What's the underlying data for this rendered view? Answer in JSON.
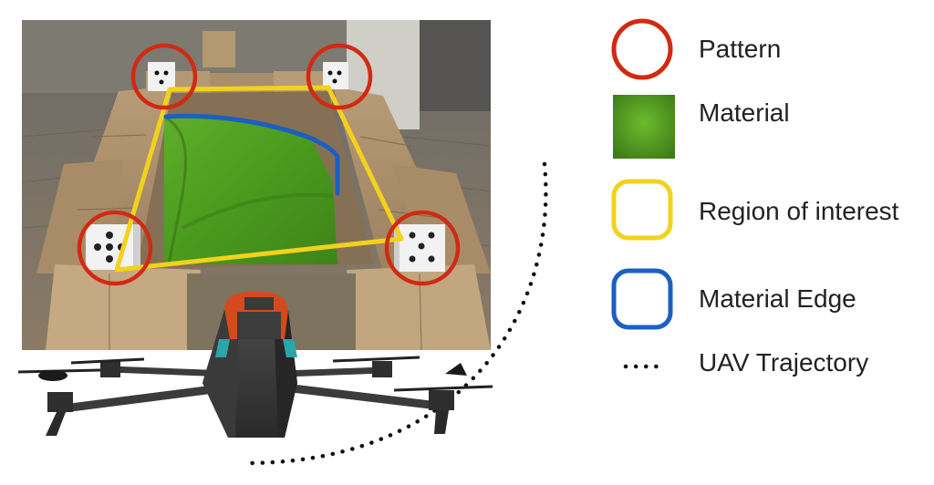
{
  "legend": {
    "pattern": {
      "label": "Pattern",
      "color": "#d12a12"
    },
    "material": {
      "label": "Material",
      "color": "#4f9a24"
    },
    "region": {
      "label": "Region of interest",
      "color": "#f2d21c"
    },
    "edge": {
      "label": "Material Edge",
      "color": "#1c5fc2"
    },
    "trajectory": {
      "label": "UAV Trajectory",
      "color": "#111111"
    }
  },
  "photo": {
    "markers": [
      "pattern-marker-top-left",
      "pattern-marker-top-right",
      "pattern-marker-bottom-left",
      "pattern-marker-bottom-right"
    ]
  }
}
